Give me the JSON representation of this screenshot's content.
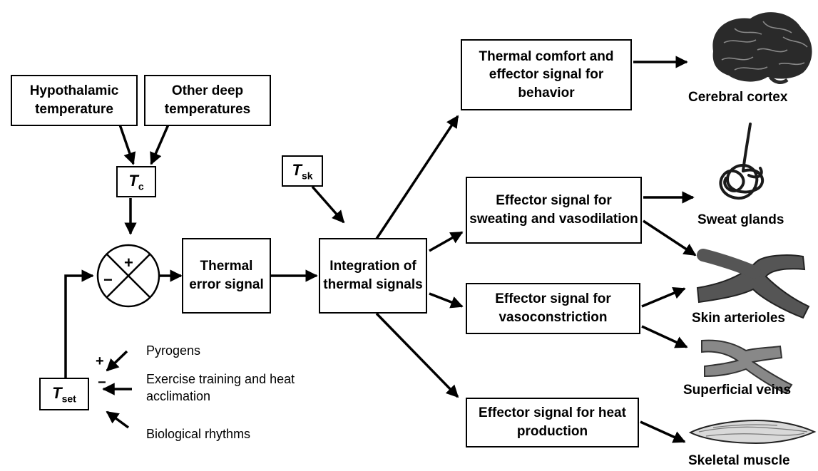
{
  "boxes": {
    "hypothalamic": "Hypothalamic temperature",
    "other_deep": "Other deep temperatures",
    "tc": {
      "symbol": "T",
      "sub": "c"
    },
    "tsk": {
      "symbol": "T",
      "sub": "sk"
    },
    "tset": {
      "symbol": "T",
      "sub": "set"
    },
    "thermal_error": "Thermal error signal",
    "integration": "Integration of thermal signals",
    "comfort": "Thermal comfort and effector signal for behavior",
    "sweating": "Effector signal for sweating and vasodilation",
    "vasoconstriction": "Effector signal for vasoconstriction",
    "heat_production": "Effector signal for heat production"
  },
  "comparator": {
    "plus": "+",
    "minus": "−"
  },
  "modifiers": {
    "pyrogens": "Pyrogens",
    "exercise": "Exercise training and heat acclimation",
    "rhythms": "Biological rhythms",
    "plus": "+",
    "minus": "−"
  },
  "organs": {
    "cortex": "Cerebral cortex",
    "sweat": "Sweat glands",
    "arterioles": "Skin arterioles",
    "veins": "Superficial veins",
    "muscle": "Skeletal muscle"
  }
}
